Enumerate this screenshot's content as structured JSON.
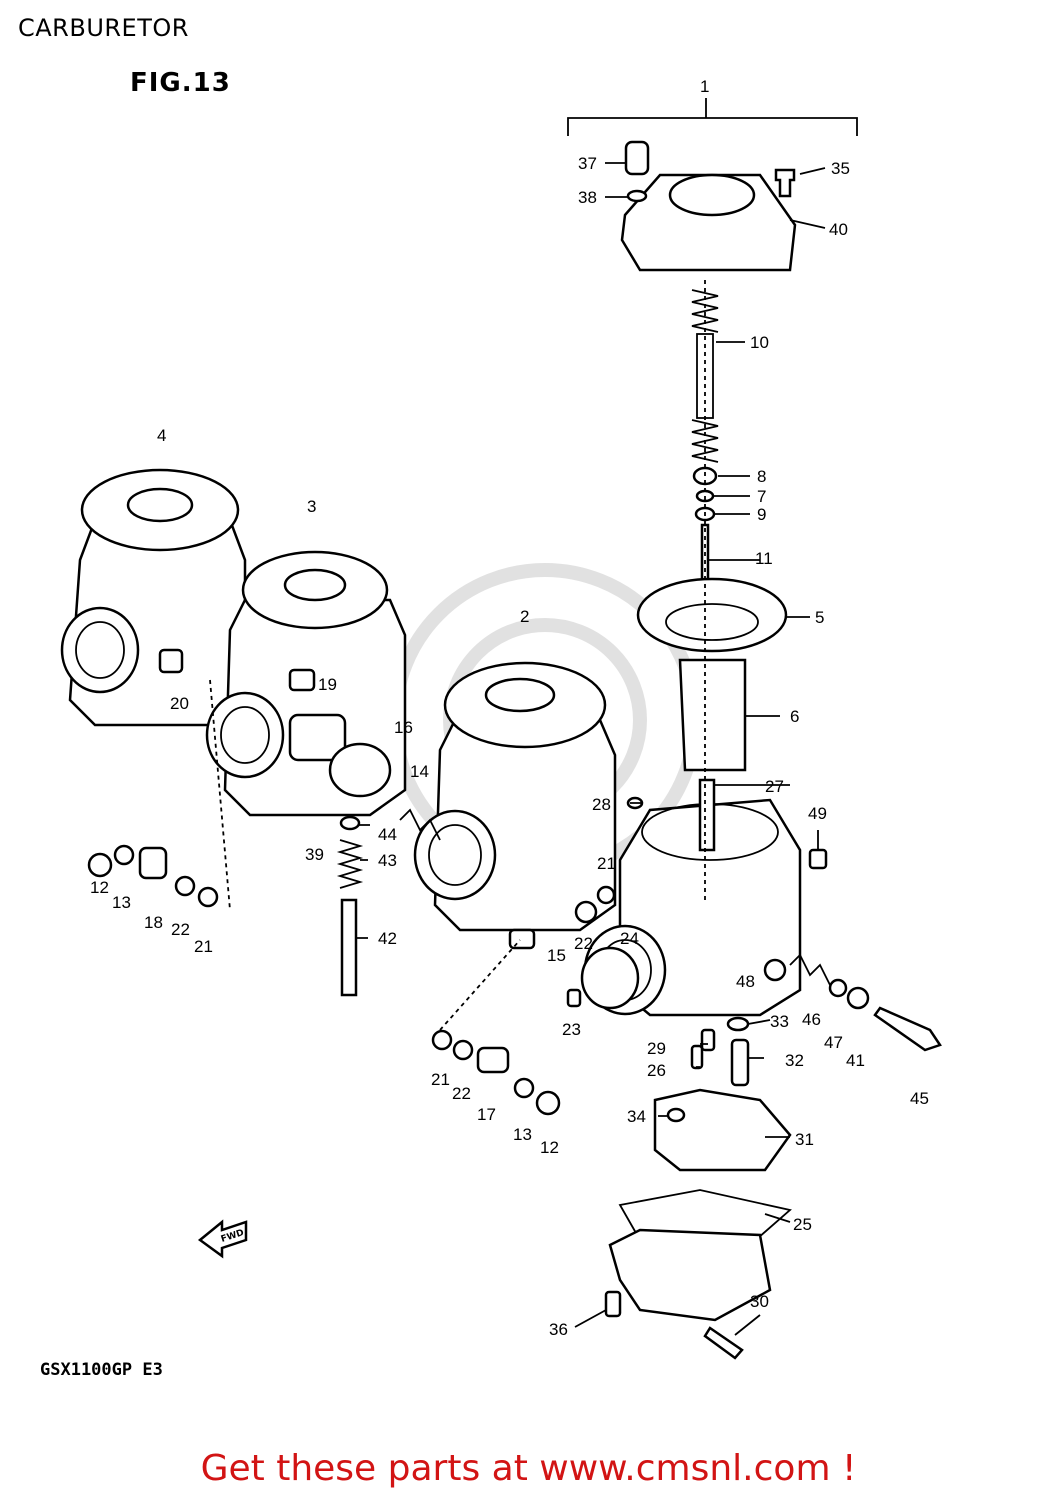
{
  "header": {
    "title": "CARBURETOR"
  },
  "figure": {
    "label": "FIG.13",
    "model_code": "GSX1100GP E3",
    "fwd_label": "FWD"
  },
  "footer": {
    "cta": "Get these parts at www.cmsnl.com !"
  },
  "callouts": [
    {
      "id": "1",
      "label": "1"
    },
    {
      "id": "2",
      "label": "2"
    },
    {
      "id": "3",
      "label": "3"
    },
    {
      "id": "4",
      "label": "4"
    },
    {
      "id": "5",
      "label": "5"
    },
    {
      "id": "6",
      "label": "6"
    },
    {
      "id": "7",
      "label": "7"
    },
    {
      "id": "8",
      "label": "8"
    },
    {
      "id": "9",
      "label": "9"
    },
    {
      "id": "10",
      "label": "10"
    },
    {
      "id": "11",
      "label": "11"
    },
    {
      "id": "12a",
      "label": "12"
    },
    {
      "id": "12b",
      "label": "12"
    },
    {
      "id": "13a",
      "label": "13"
    },
    {
      "id": "13b",
      "label": "13"
    },
    {
      "id": "14",
      "label": "14"
    },
    {
      "id": "15",
      "label": "15"
    },
    {
      "id": "16",
      "label": "16"
    },
    {
      "id": "17",
      "label": "17"
    },
    {
      "id": "18",
      "label": "18"
    },
    {
      "id": "19",
      "label": "19"
    },
    {
      "id": "20",
      "label": "20"
    },
    {
      "id": "21a",
      "label": "21"
    },
    {
      "id": "21b",
      "label": "21"
    },
    {
      "id": "21c",
      "label": "21"
    },
    {
      "id": "22a",
      "label": "22"
    },
    {
      "id": "22b",
      "label": "22"
    },
    {
      "id": "22c",
      "label": "22"
    },
    {
      "id": "23",
      "label": "23"
    },
    {
      "id": "24",
      "label": "24"
    },
    {
      "id": "25",
      "label": "25"
    },
    {
      "id": "26",
      "label": "26"
    },
    {
      "id": "27",
      "label": "27"
    },
    {
      "id": "28",
      "label": "28"
    },
    {
      "id": "29",
      "label": "29"
    },
    {
      "id": "30",
      "label": "30"
    },
    {
      "id": "31",
      "label": "31"
    },
    {
      "id": "32",
      "label": "32"
    },
    {
      "id": "33",
      "label": "33"
    },
    {
      "id": "34",
      "label": "34"
    },
    {
      "id": "35",
      "label": "35"
    },
    {
      "id": "36",
      "label": "36"
    },
    {
      "id": "37",
      "label": "37"
    },
    {
      "id": "38",
      "label": "38"
    },
    {
      "id": "39",
      "label": "39"
    },
    {
      "id": "40",
      "label": "40"
    },
    {
      "id": "41",
      "label": "41"
    },
    {
      "id": "42",
      "label": "42"
    },
    {
      "id": "43",
      "label": "43"
    },
    {
      "id": "44",
      "label": "44"
    },
    {
      "id": "45",
      "label": "45"
    },
    {
      "id": "46",
      "label": "46"
    },
    {
      "id": "47",
      "label": "47"
    },
    {
      "id": "48",
      "label": "48"
    },
    {
      "id": "49",
      "label": "49"
    }
  ]
}
